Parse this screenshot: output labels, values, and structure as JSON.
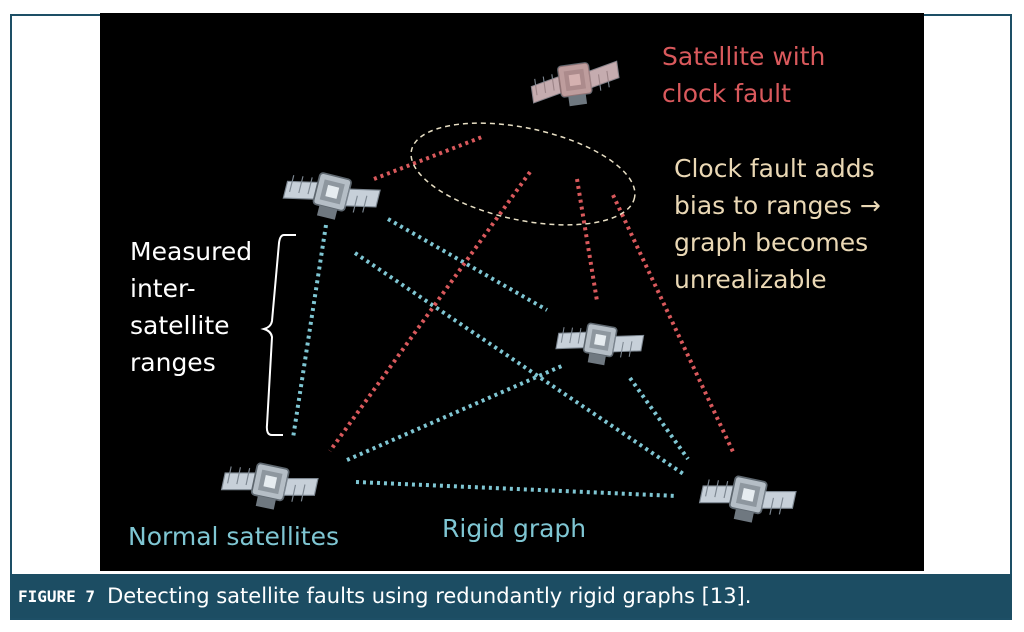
{
  "figure": {
    "number_label": "FIGURE 7",
    "caption": "Detecting satellite faults using redundantly rigid graphs [13]."
  },
  "labels": {
    "faulty_satellite": [
      "Satellite with",
      "clock fault"
    ],
    "fault_effect": [
      "Clock fault adds",
      "bias to ranges →",
      "graph becomes",
      "unrealizable"
    ],
    "measured_ranges": [
      "Measured",
      "inter-",
      "satellite",
      "ranges"
    ],
    "normal_satellites": "Normal satellites",
    "rigid_graph": "Rigid graph"
  },
  "colors": {
    "background": "#000000",
    "fault_red": "#d9595c",
    "normal_cyan": "#7fc6d3",
    "annotation_cream": "#ead8b5",
    "caption_bar": "#1c4d63"
  },
  "icons": {
    "satellite": "satellite-icon"
  }
}
